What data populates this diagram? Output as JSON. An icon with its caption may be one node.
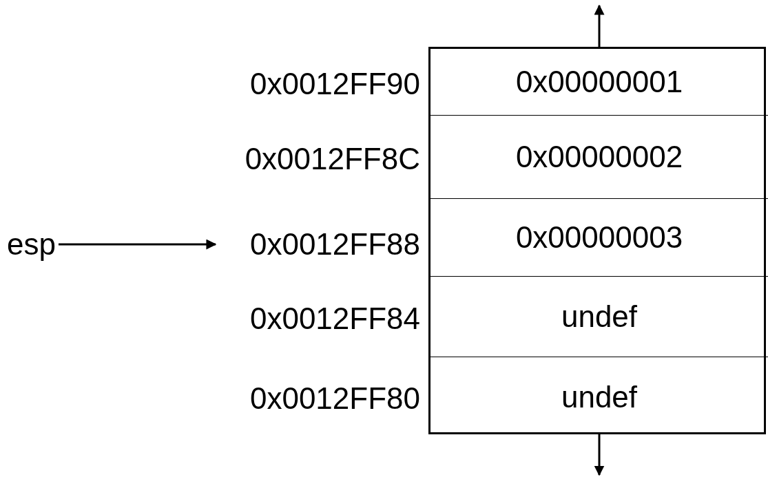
{
  "diagram": {
    "nodes": [
      {
        "text": [
          "esp"
        ]
      },
      {
        "text": [
          "0x0012FF88"
        ]
      },
      {
        "text": [],
        "shape": "box"
      },
      {
        "text": [
          "0x00000001"
        ],
        "in": 2
      },
      {
        "text": [
          "0x00000002"
        ],
        "in": 2
      },
      {
        "text": [
          "0x00000003"
        ],
        "in": 2
      },
      {
        "text": [
          "undef"
        ],
        "in": 2
      },
      {
        "text": [
          "undef"
        ],
        "in": 2
      }
    ],
    "edges": [
      {
        "from": 0,
        "to": 1,
        "arrow": "to"
      }
    ],
    "labels": [
      "0x0012FF90",
      "0x0012FF8C",
      "0x0012FF84",
      "0x0012FF80"
    ]
  }
}
